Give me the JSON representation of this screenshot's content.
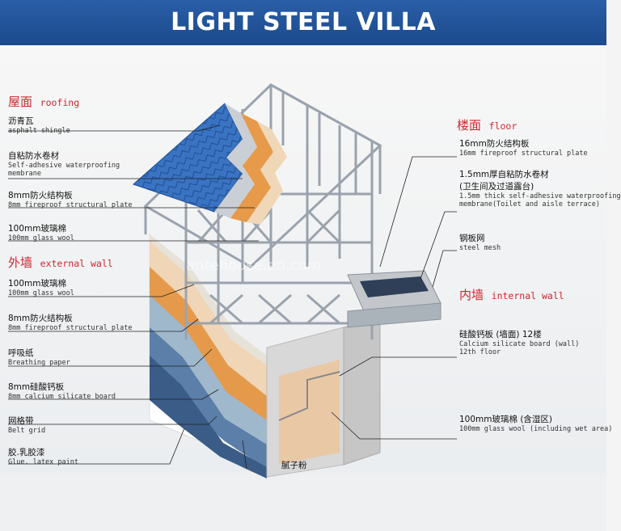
{
  "banner": {
    "title": "LIGHT STEEL VILLA"
  },
  "watermark": "antehouse.en.com",
  "sections": {
    "roofing": {
      "cn": "屋面",
      "en": "roofing"
    },
    "external_wall": {
      "cn": "外墙",
      "en": "external wall"
    },
    "floor": {
      "cn": "楼面",
      "en": "floor"
    },
    "internal_wall": {
      "cn": "内墙",
      "en": "internal wall"
    }
  },
  "left_labels": [
    {
      "cn": "沥青瓦",
      "en": "asphalt shingle"
    },
    {
      "cn": "自粘防水卷材",
      "en": "Self-adhesive waterproofing",
      "en2": "membrane"
    },
    {
      "cn": "8mm防火结构板",
      "en": "8mm fireproof structural plate"
    },
    {
      "cn": "100mm玻璃棉",
      "en": "100mm glass wool"
    },
    {
      "cn": "100mm玻璃棉",
      "en": "100mm glass wool"
    },
    {
      "cn": "8mm防火结构板",
      "en": "8mm fireproof structural plate"
    },
    {
      "cn": "呼吸纸",
      "en": "Breathing paper"
    },
    {
      "cn": "8mm硅酸钙板",
      "en": "8mm calcium silicate board"
    },
    {
      "cn": "网格带",
      "en": "Belt grid"
    },
    {
      "cn": "胶.乳胶漆",
      "en": "Glue. latex paint"
    }
  ],
  "bottom_label": {
    "cn": "腻子粉"
  },
  "right_labels": [
    {
      "cn": "16mm防火结构板",
      "en": "16mm fireproof structural plate"
    },
    {
      "cn": "1.5mm厚自粘防水卷材",
      "cn2": "(卫生间及过道露台)",
      "en": "1.5mm thick self-adhesive waterproofing",
      "en2": "membrane(Toilet and aisle terrace)"
    },
    {
      "cn": "钢板网",
      "en": "steel mesh"
    },
    {
      "cn": "硅酸钙板 (墙面) 12楼",
      "en": "Calcium silicate board (wall)",
      "en2": "12th floor"
    },
    {
      "cn": "100mm玻璃棉 (含湿区)",
      "en": "100mm glass wool (including wet area)"
    }
  ]
}
